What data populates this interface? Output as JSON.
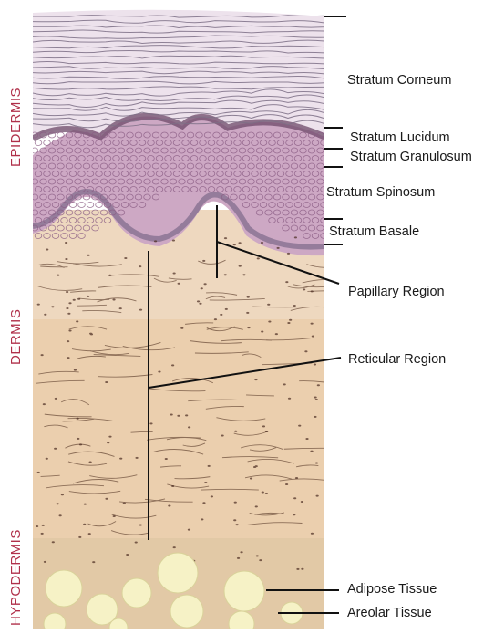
{
  "layers": {
    "epidermis": "EPIDERMIS",
    "dermis": "DERMIS",
    "hypodermis": "HYPODERMIS"
  },
  "labels": {
    "stratum_corneum": "Stratum Corneum",
    "stratum_lucidum": "Stratum Lucidum",
    "stratum_granulosum": "Stratum Granulosum",
    "stratum_spinosum": "Stratum Spinosum",
    "stratum_basale": "Stratum Basale",
    "papillary_region": "Papillary Region",
    "reticular_region": "Reticular Region",
    "adipose_tissue": "Adipose Tissue",
    "areolar_tissue": "Areolar Tissue"
  },
  "colors": {
    "layer_text": "#b0304a",
    "corneum": "#ece3ec",
    "granular": "#c9a3c0",
    "dermis": "#ebcfae",
    "fat": "#f6f2c6",
    "line": "#111111"
  }
}
